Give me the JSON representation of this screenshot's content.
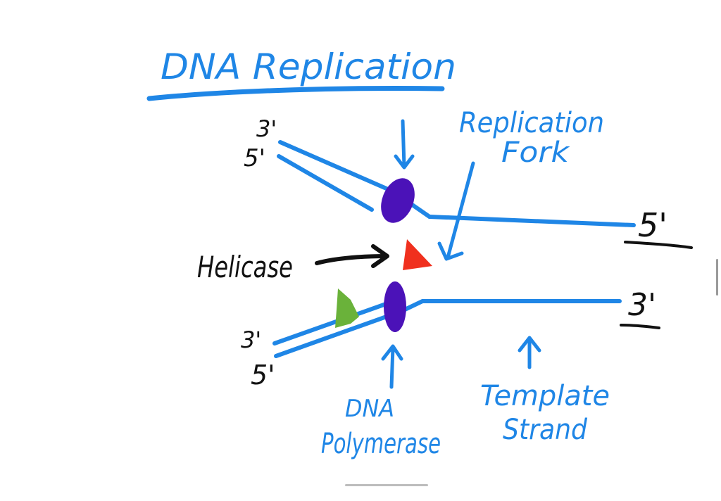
{
  "diagram": {
    "title": "DNA Replication",
    "labels": {
      "top_left_3prime": "3'",
      "top_left_5prime": "5'",
      "top_right_5prime": "5'",
      "bottom_right_3prime": "3'",
      "bottom_left_3prime": "3'",
      "bottom_left_5prime": "5'",
      "replication_fork_line1": "Replication",
      "replication_fork_line2": "Fork",
      "helicase": "Helicase",
      "dna_polymerase_line1": "DNA",
      "dna_polymerase_line2": "Polymerase",
      "template_strand_line1": "Template",
      "template_strand_line2": "Strand"
    },
    "colors": {
      "strand": "#1f86e6",
      "polymerase": "#4b12b8",
      "helicase": "#f0301e",
      "primase": "#6ab23a",
      "ink": "#111111"
    }
  }
}
